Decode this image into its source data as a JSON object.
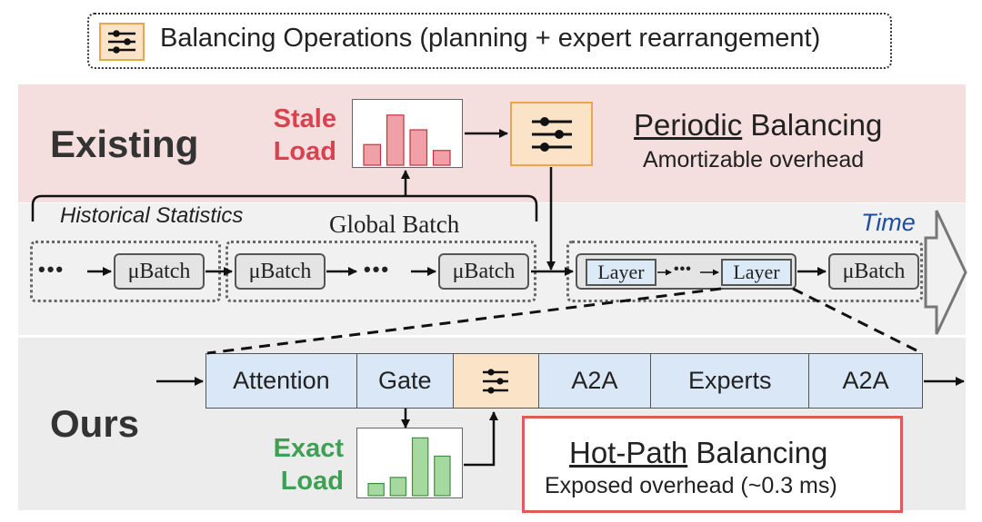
{
  "legend": {
    "icon": "sliders-icon",
    "text": "Balancing Operations (planning + expert rearrangement)"
  },
  "existing": {
    "label": "Existing",
    "stale_line1": "Stale",
    "stale_line2": "Load",
    "title_underlined": "Periodic",
    "title_rest": " Balancing",
    "subtitle": "Amortizable overhead",
    "historical_statistics": "Historical Statistics",
    "global_batch": "Global Batch",
    "histogram_values": [
      0.35,
      0.85,
      0.6,
      0.25
    ]
  },
  "timeline": {
    "time_label": "Time",
    "ellipsis": "•••",
    "mbatch": "μBatch",
    "layer": "Layer"
  },
  "ours": {
    "label": "Ours",
    "exact_line1": "Exact",
    "exact_line2": "Load",
    "stages": [
      "Attention",
      "Gate",
      "",
      "A2A",
      "Experts",
      "A2A"
    ],
    "title_underlined": "Hot-Path",
    "title_rest": " Balancing",
    "subtitle": "Exposed overhead (~0.3 ms)",
    "histogram_values": [
      0.2,
      0.3,
      0.95,
      0.65
    ]
  },
  "colors": {
    "stale": "#d9424f",
    "exact": "#3fa055",
    "time": "#1e4f9c",
    "stage_blue": "#d9e7f6",
    "balancing_orange": "#fbe3c8"
  }
}
